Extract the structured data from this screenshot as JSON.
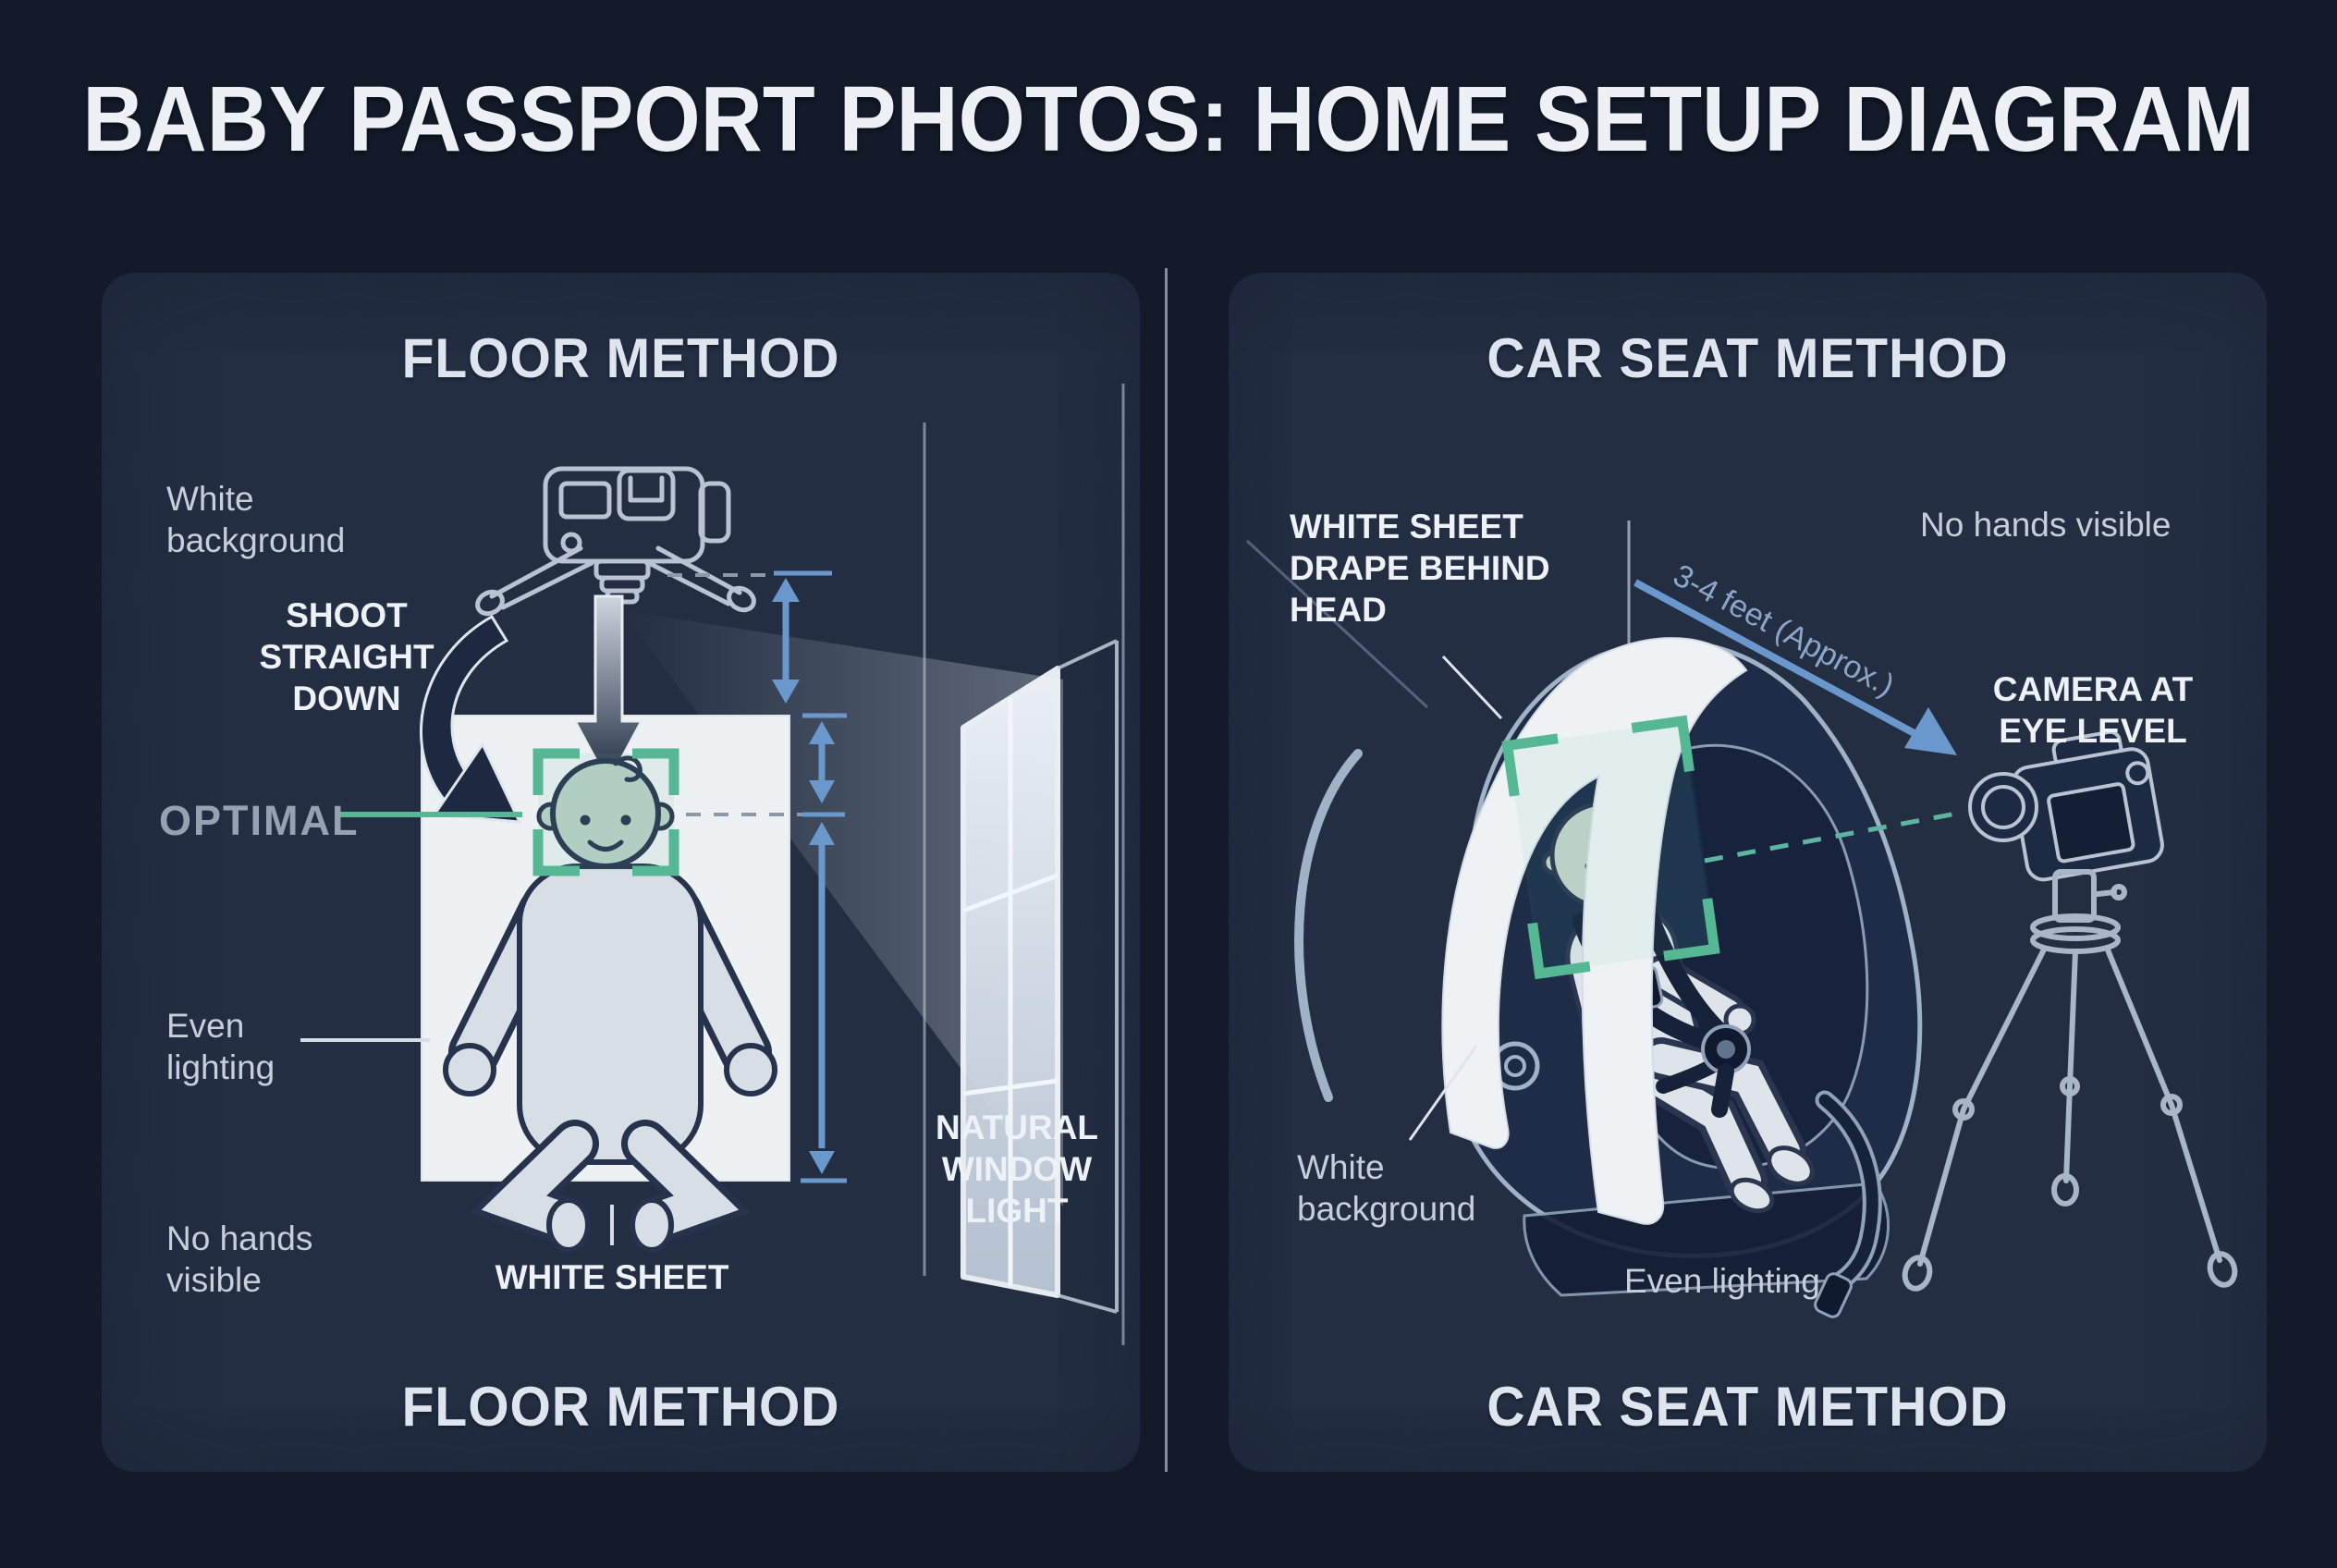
{
  "title": "BABY PASSPORT PHOTOS: HOME SETUP DIAGRAM",
  "colors": {
    "page_bg": "#131a2a",
    "panel_bg": "#232e43",
    "accent_blue": "#6b98cc",
    "accent_teal": "#55b793",
    "sheet_white": "#eef1f4",
    "label_gray": "#c6cfda",
    "label_white": "#eef2f7",
    "optimal_gray": "#96a1b1"
  },
  "floor_method": {
    "header": "FLOOR METHOD",
    "footer": "FLOOR METHOD",
    "labels": {
      "white_background": "White\nbackground",
      "shoot_straight_down": "SHOOT\nSTRAIGHT\nDOWN",
      "optimal": "OPTIMAL",
      "even_lighting": "Even\nlighting",
      "no_hands_visible": "No hands\nvisible",
      "white_sheet": "WHITE SHEET",
      "natural_window_light": "NATURAL\nWINDOW\nLIGHT"
    }
  },
  "car_seat_method": {
    "header": "CAR SEAT METHOD",
    "footer": "CAR SEAT METHOD",
    "labels": {
      "white_sheet_drape": "WHITE SHEET\nDRAPE BEHIND\nHEAD",
      "no_hands_visible": "No hands visible",
      "distance": "3-4 feet (Approx.)",
      "camera_at_eye_level": "CAMERA AT\nEYE LEVEL",
      "white_background": "White\nbackground",
      "even_lighting": "Even lighting"
    }
  }
}
